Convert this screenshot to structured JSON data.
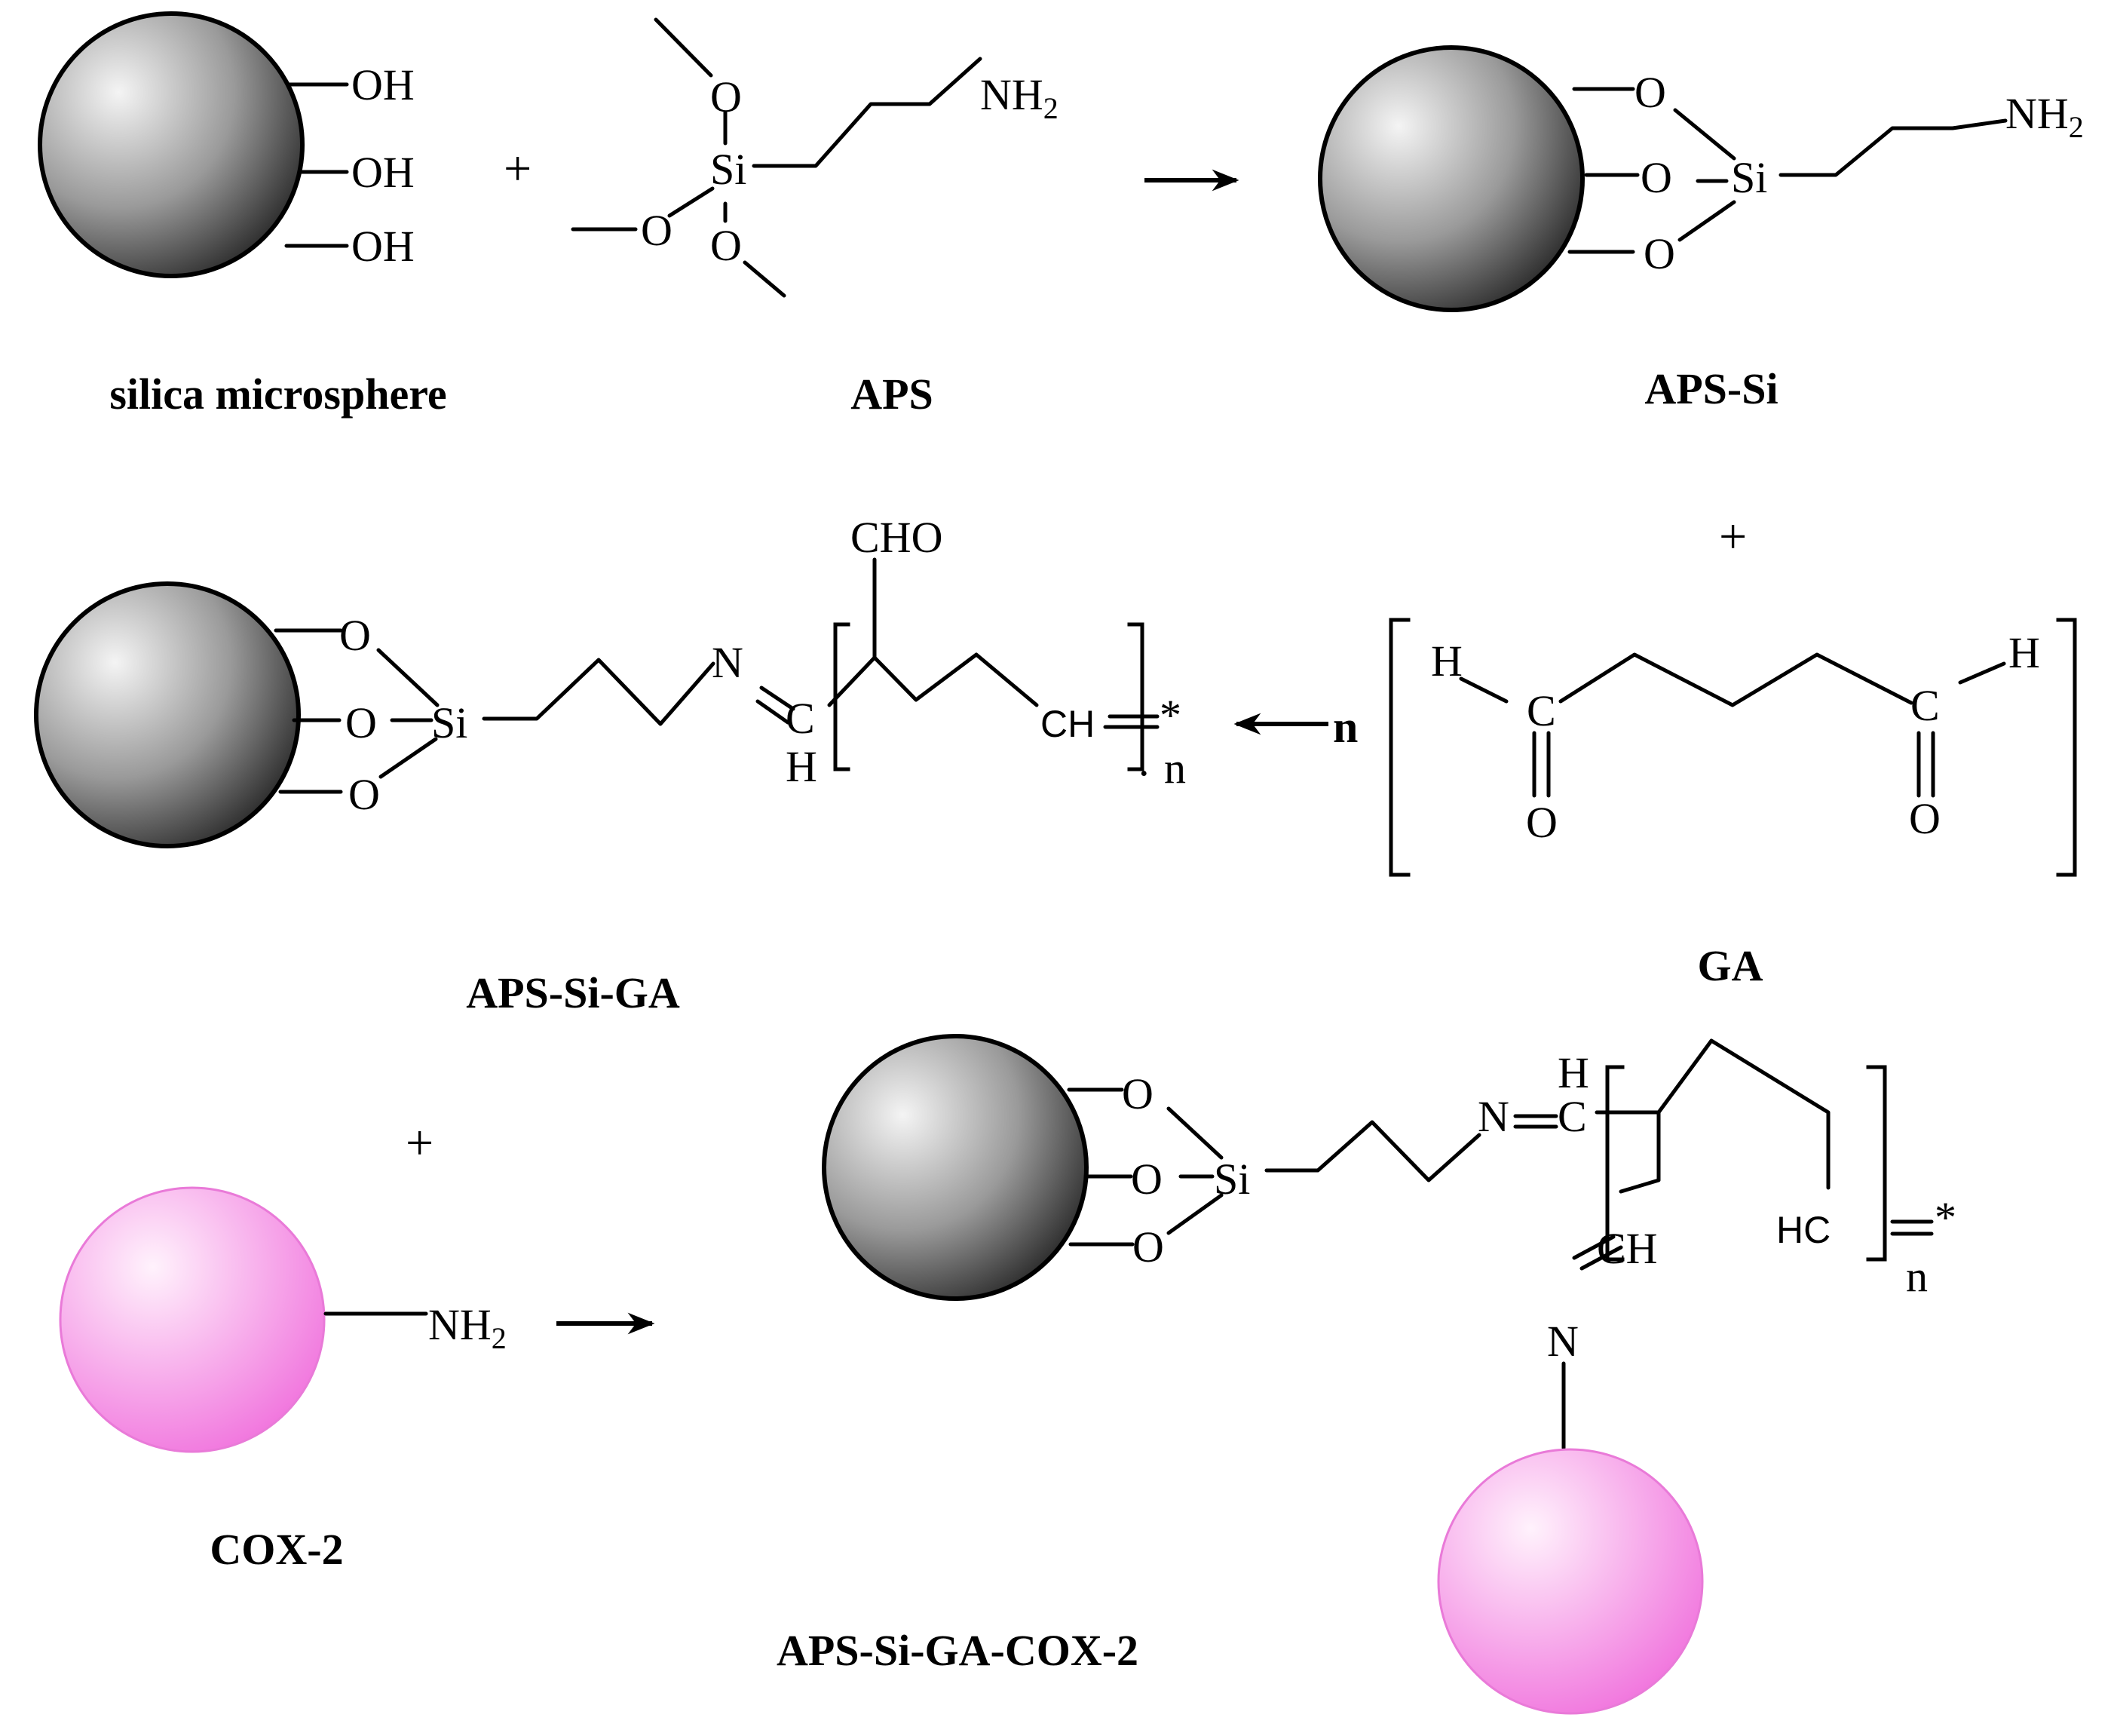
{
  "labels": {
    "silica_microsphere": "silica microsphere",
    "aps": "APS",
    "aps_si": "APS-Si",
    "aps_si_ga": "APS-Si-GA",
    "ga": "GA",
    "cox2": "COX-2",
    "aps_si_ga_cox2": "APS-Si-GA-COX-2"
  },
  "atoms": {
    "oh": "OH",
    "o": "O",
    "si": "Si",
    "nh": "NH",
    "sub2": "2",
    "n": "N",
    "c": "C",
    "h": "H",
    "ch": "CH",
    "hc": "HC",
    "cho": "CHO",
    "star": "*",
    "repeat_n": "n",
    "dot": "."
  },
  "symbols": {
    "plus": "+",
    "n_coefficient": "n"
  },
  "colors": {
    "silica_sphere_light": "#f4f4f4",
    "silica_sphere_dark": "#2a2a2a",
    "cox2_sphere_light": "#fff2fc",
    "cox2_sphere_dark": "#f06fdc"
  }
}
